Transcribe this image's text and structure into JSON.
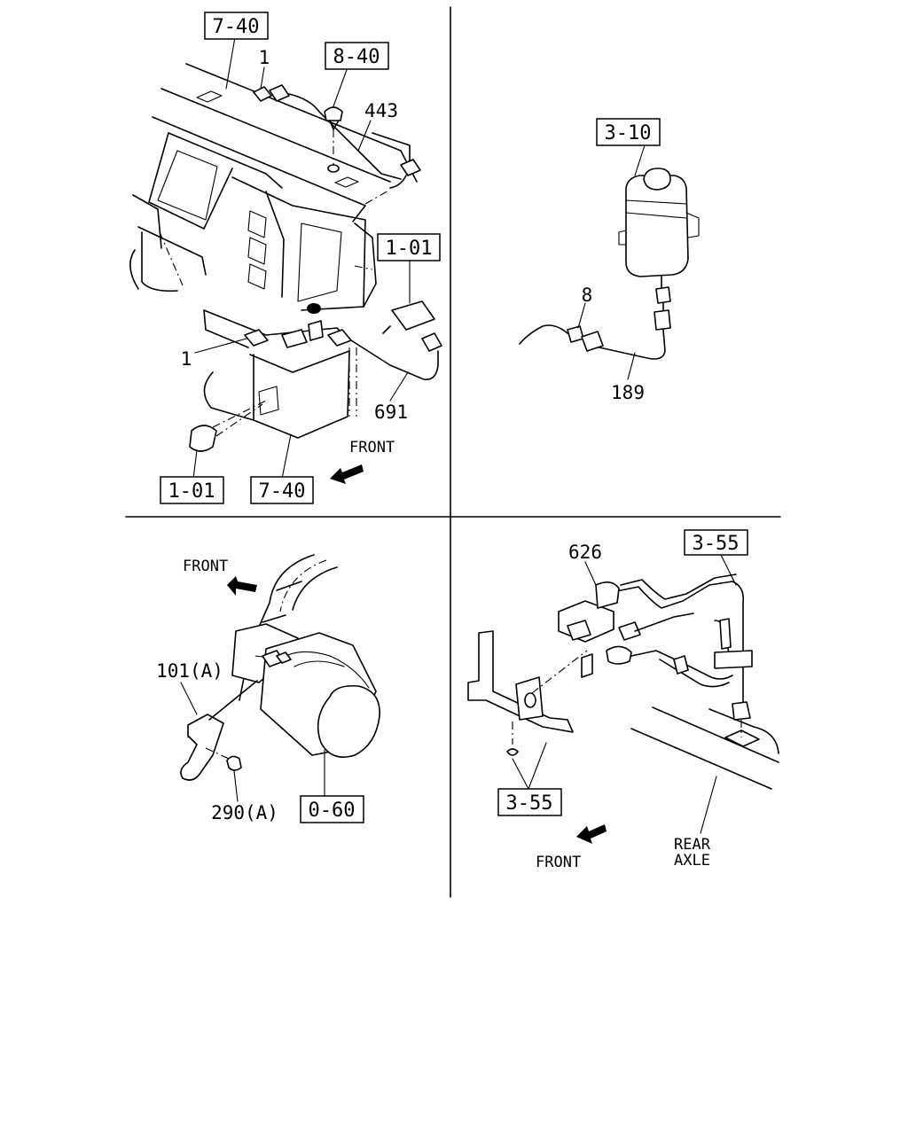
{
  "panels": {
    "top_left": {
      "refs": {
        "r1": "7-40",
        "r2": "8-40",
        "r3": "1-01",
        "r4": "1-01",
        "r5": "7-40"
      },
      "parts": {
        "p1": "1",
        "p2": "443",
        "p3": "1",
        "p4": "691"
      },
      "front": "FRONT"
    },
    "top_right": {
      "refs": {
        "r1": "3-10"
      },
      "parts": {
        "p1": "8",
        "p2": "189"
      }
    },
    "bottom_left": {
      "refs": {
        "r1": "0-60"
      },
      "parts": {
        "p1": "101(A)",
        "p2": "290(A)"
      },
      "front": "FRONT"
    },
    "bottom_right": {
      "refs": {
        "r1": "3-55",
        "r2": "3-55"
      },
      "parts": {
        "p1": "626"
      },
      "front": "FRONT",
      "axle_line1": "REAR",
      "axle_line2": "AXLE"
    }
  },
  "colors": {
    "ink": "#000000",
    "paper": "#ffffff"
  }
}
